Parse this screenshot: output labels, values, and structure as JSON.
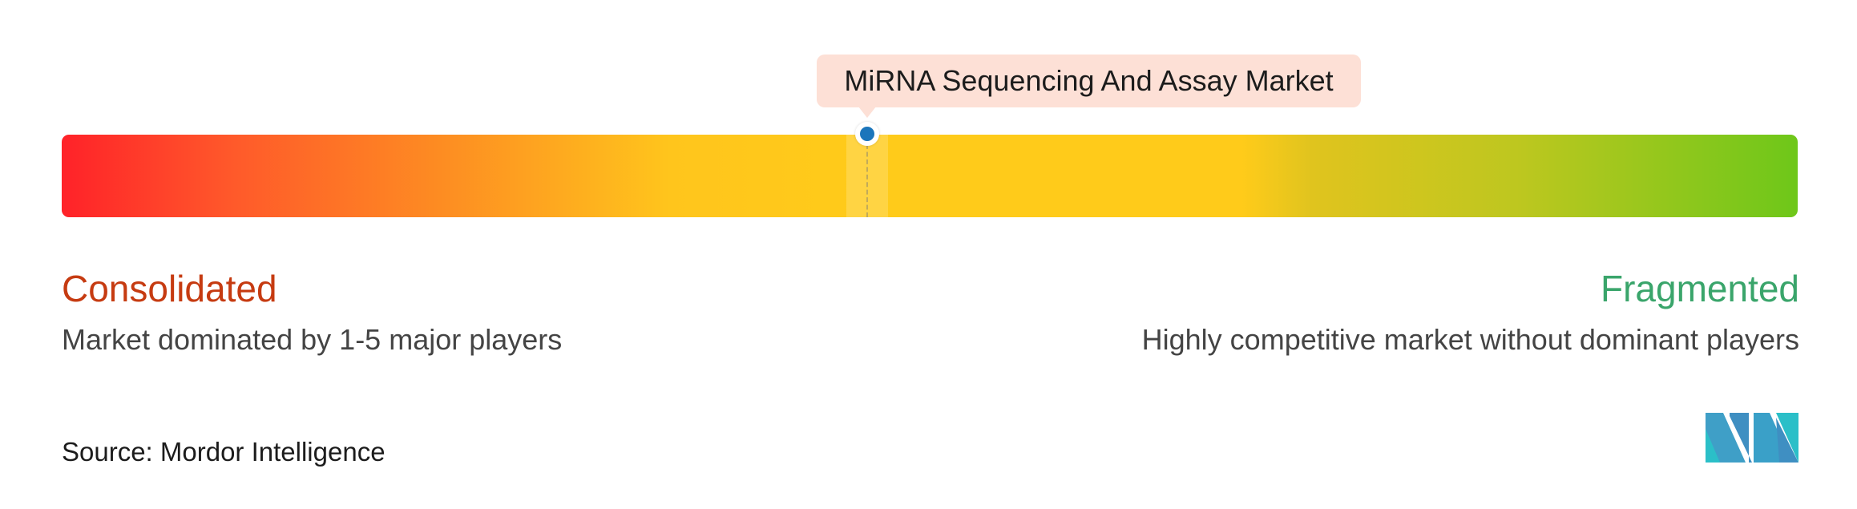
{
  "chart_data": {
    "type": "gauge",
    "title": "",
    "marker": {
      "label": "MiRNA Sequencing And Assay Market",
      "position": 0.464
    },
    "scale": {
      "left": {
        "title": "Consolidated",
        "description": "Market dominated by 1-5 major players"
      },
      "right": {
        "title": "Fragmented",
        "description": "Highly competitive market without dominant players"
      }
    },
    "gradient": [
      "red",
      "orange",
      "yellow",
      "green"
    ]
  },
  "source": "Source: Mordor Intelligence",
  "colors": {
    "consolidated": "#c63b11",
    "fragmented": "#3aa56b",
    "marker": "#1b75bb",
    "callout_bg": "#fde0d6"
  },
  "logo": {
    "icon": "mordor-intelligence-logo-icon"
  }
}
